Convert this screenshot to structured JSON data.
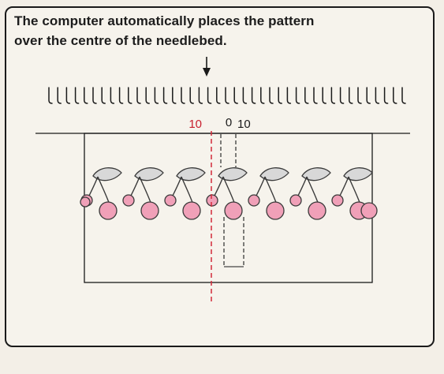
{
  "caption": {
    "line1": "The computer automatically places the pattern",
    "line2": "over the centre of the needlebed."
  },
  "needle_scale": {
    "left_number": "10",
    "center_number": "0",
    "right_number": "10"
  },
  "colors": {
    "frame": "#1a1a1a",
    "cherry_fill": "#f0a0b8",
    "cherry_outline": "#3a3a3a",
    "leaf_fill": "#d8d8d8",
    "center_line": "#d22a3a",
    "number_red": "#c8202f"
  },
  "pattern": {
    "motif": "cherry",
    "repeat_count": 7
  }
}
